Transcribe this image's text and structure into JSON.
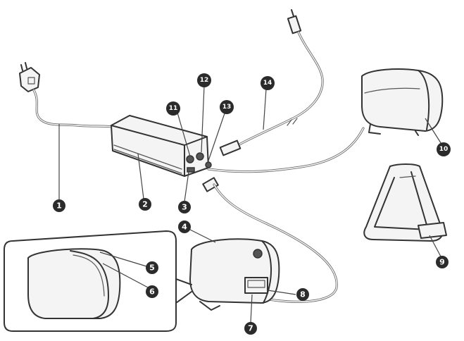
{
  "callouts": [
    {
      "id": "1",
      "label": "1"
    },
    {
      "id": "2",
      "label": "2"
    },
    {
      "id": "3",
      "label": "3"
    },
    {
      "id": "4",
      "label": "4"
    },
    {
      "id": "5",
      "label": "5"
    },
    {
      "id": "6",
      "label": "6"
    },
    {
      "id": "7",
      "label": "7"
    },
    {
      "id": "8",
      "label": "8"
    },
    {
      "id": "9",
      "label": "9"
    },
    {
      "id": "10",
      "label": "10"
    },
    {
      "id": "11",
      "label": "11"
    },
    {
      "id": "12",
      "label": "12"
    },
    {
      "id": "13",
      "label": "13"
    },
    {
      "id": "14",
      "label": "14"
    }
  ],
  "colors": {
    "ink": "#333333",
    "callout": "#2b2b2b",
    "background": "#ffffff"
  }
}
